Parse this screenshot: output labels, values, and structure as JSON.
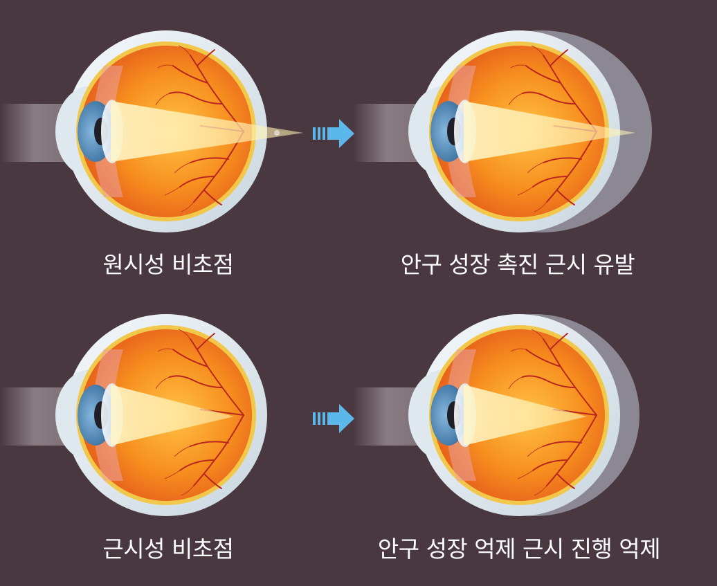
{
  "captions": {
    "top_left": "원시성 비초점",
    "top_right": "안구 성장 촉진 근시 유발",
    "bottom_left": "근시성 비초점",
    "bottom_right": "안구 성장 억제 근시 진행 억제"
  },
  "icons": {
    "arrow_top": "right-arrow-icon",
    "arrow_bottom": "right-arrow-icon"
  },
  "colors": {
    "background": "#4a3840",
    "arrow": "#5cb8ea",
    "retina": "#f58a1f",
    "vessel": "#b8261e",
    "sclera": "#e6eef4"
  }
}
